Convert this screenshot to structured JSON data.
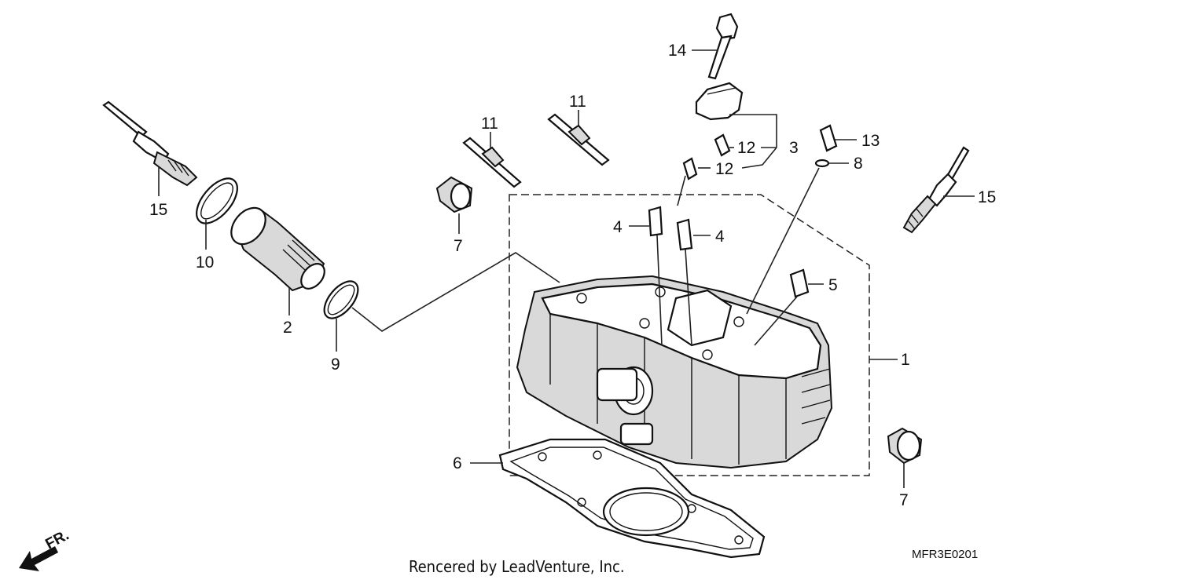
{
  "diagram": {
    "callouts": {
      "c1": "1",
      "c2": "2",
      "c3": "3",
      "c4a": "4",
      "c4b": "4",
      "c5": "5",
      "c6": "6",
      "c7a": "7",
      "c7b": "7",
      "c8": "8",
      "c9": "9",
      "c10": "10",
      "c11a": "11",
      "c11b": "11",
      "c12a": "12",
      "c12b": "12",
      "c13": "13",
      "c14": "14",
      "c15a": "15",
      "c15b": "15"
    },
    "direction_label": "FR.",
    "diagram_code": "MFR3E0201",
    "credit": "Rencered by LeadVenture, Inc."
  }
}
